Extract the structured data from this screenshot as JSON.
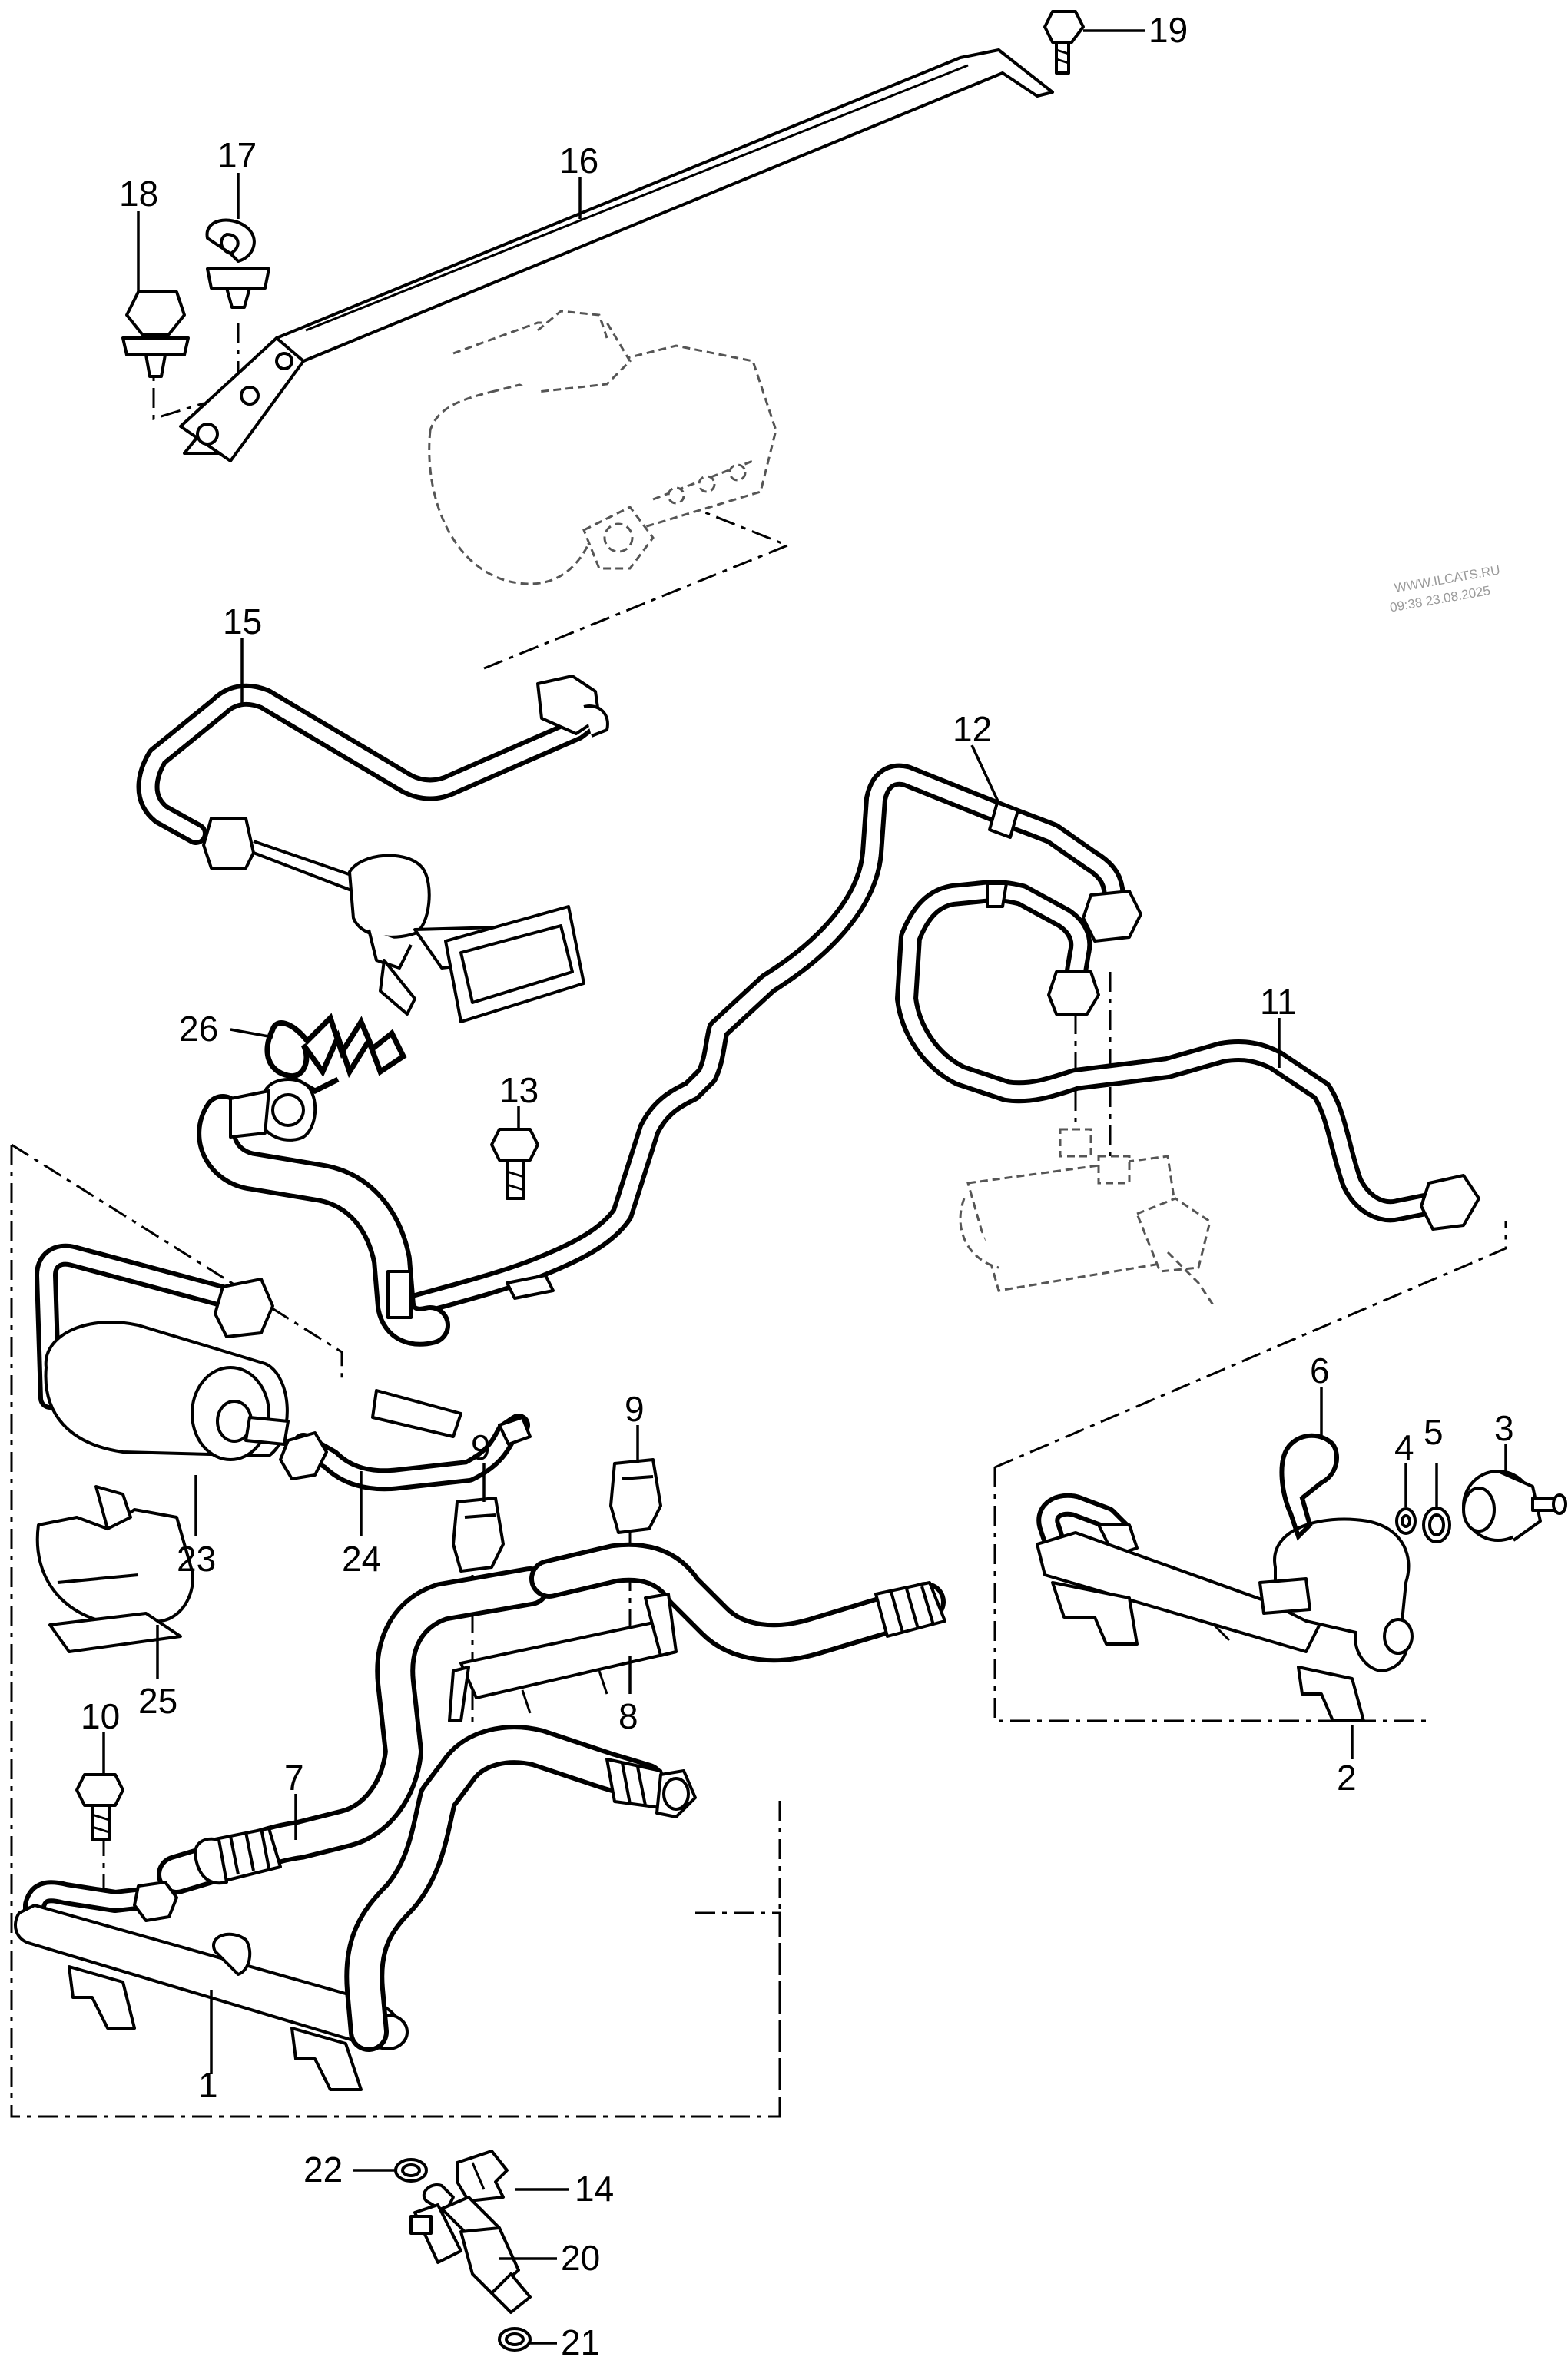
{
  "watermark": {
    "site": "WWW.ILCATS.RU",
    "stamp": "09:38 23.08.2025"
  },
  "callouts": {
    "c1": "1",
    "c2": "2",
    "c3": "3",
    "c4": "4",
    "c5": "5",
    "c6": "6",
    "c7": "7",
    "c8": "8",
    "c9a": "9",
    "c9b": "9",
    "c10": "10",
    "c11": "11",
    "c12": "12",
    "c13": "13",
    "c14": "14",
    "c15": "15",
    "c16": "16",
    "c17": "17",
    "c18": "18",
    "c19": "19",
    "c20": "20",
    "c21": "21",
    "c22": "22",
    "c23": "23",
    "c24": "24",
    "c25": "25",
    "c26": "26"
  }
}
